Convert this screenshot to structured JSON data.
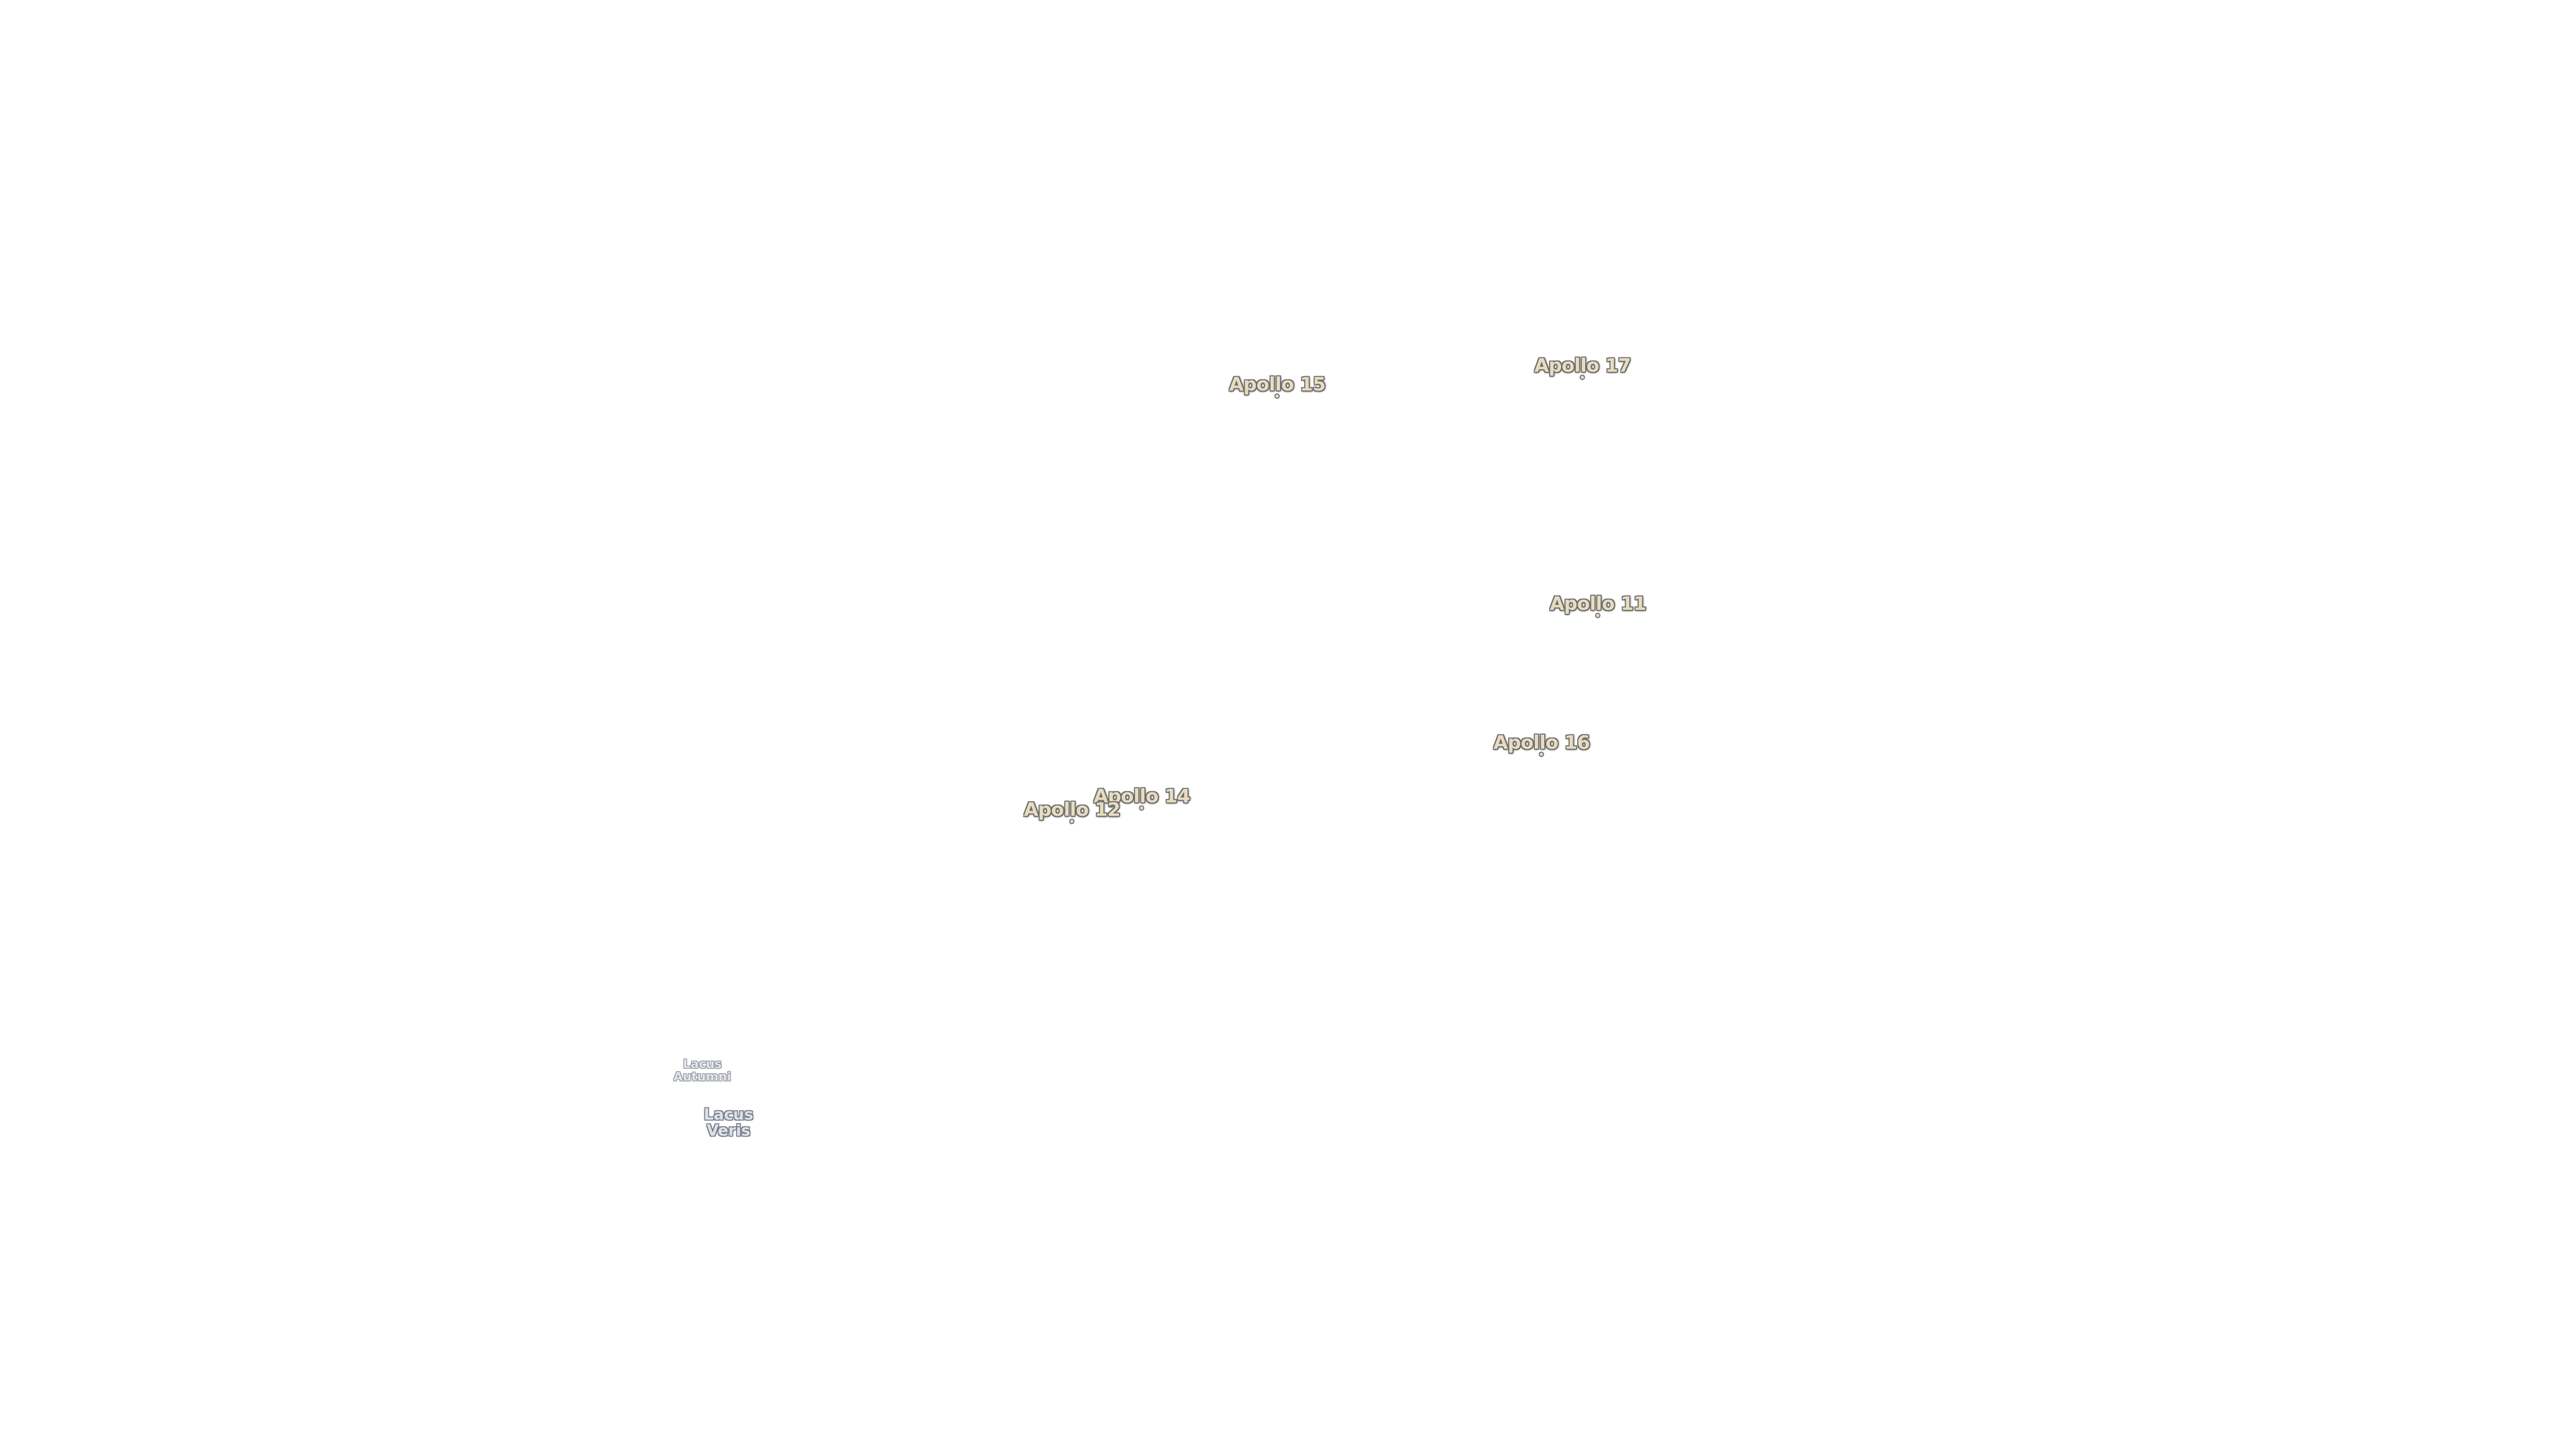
{
  "map": {
    "landing_sites": [
      {
        "id": "apollo-15",
        "label": "Apollo 15"
      },
      {
        "id": "apollo-17",
        "label": "Apollo 17"
      },
      {
        "id": "apollo-11",
        "label": "Apollo 11"
      },
      {
        "id": "apollo-16",
        "label": "Apollo 16"
      },
      {
        "id": "apollo-14",
        "label": "Apollo 14"
      },
      {
        "id": "apollo-12",
        "label": "Apollo 12"
      }
    ],
    "features": [
      {
        "id": "lacus-autumni",
        "lines": [
          "Lacus",
          "Autumni"
        ]
      },
      {
        "id": "lacus-veris",
        "lines": [
          "Lacus",
          "Veris"
        ]
      }
    ]
  }
}
